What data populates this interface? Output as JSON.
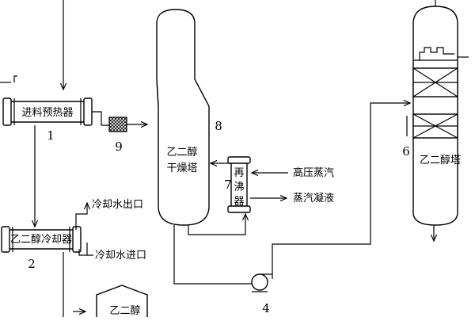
{
  "diagram": {
    "labels": {
      "preheater": "进料预热器",
      "cooler": "乙二醇冷却器",
      "drying_tower": [
        "乙二醇",
        "干燥塔"
      ],
      "reboiler": [
        "再",
        "沸",
        "器"
      ],
      "product_tower": "乙二醇塔",
      "tank": "乙二醇",
      "cooling_water_out": "冷却水出口",
      "cooling_water_in": "冷却水进口",
      "hp_steam": "高压蒸汽",
      "steam_condensate": "蒸汽凝液"
    },
    "numbers": {
      "n1": "1",
      "n2": "2",
      "n4": "4",
      "n6": "6",
      "n7": "7",
      "n8": "8",
      "n9": "9"
    }
  }
}
